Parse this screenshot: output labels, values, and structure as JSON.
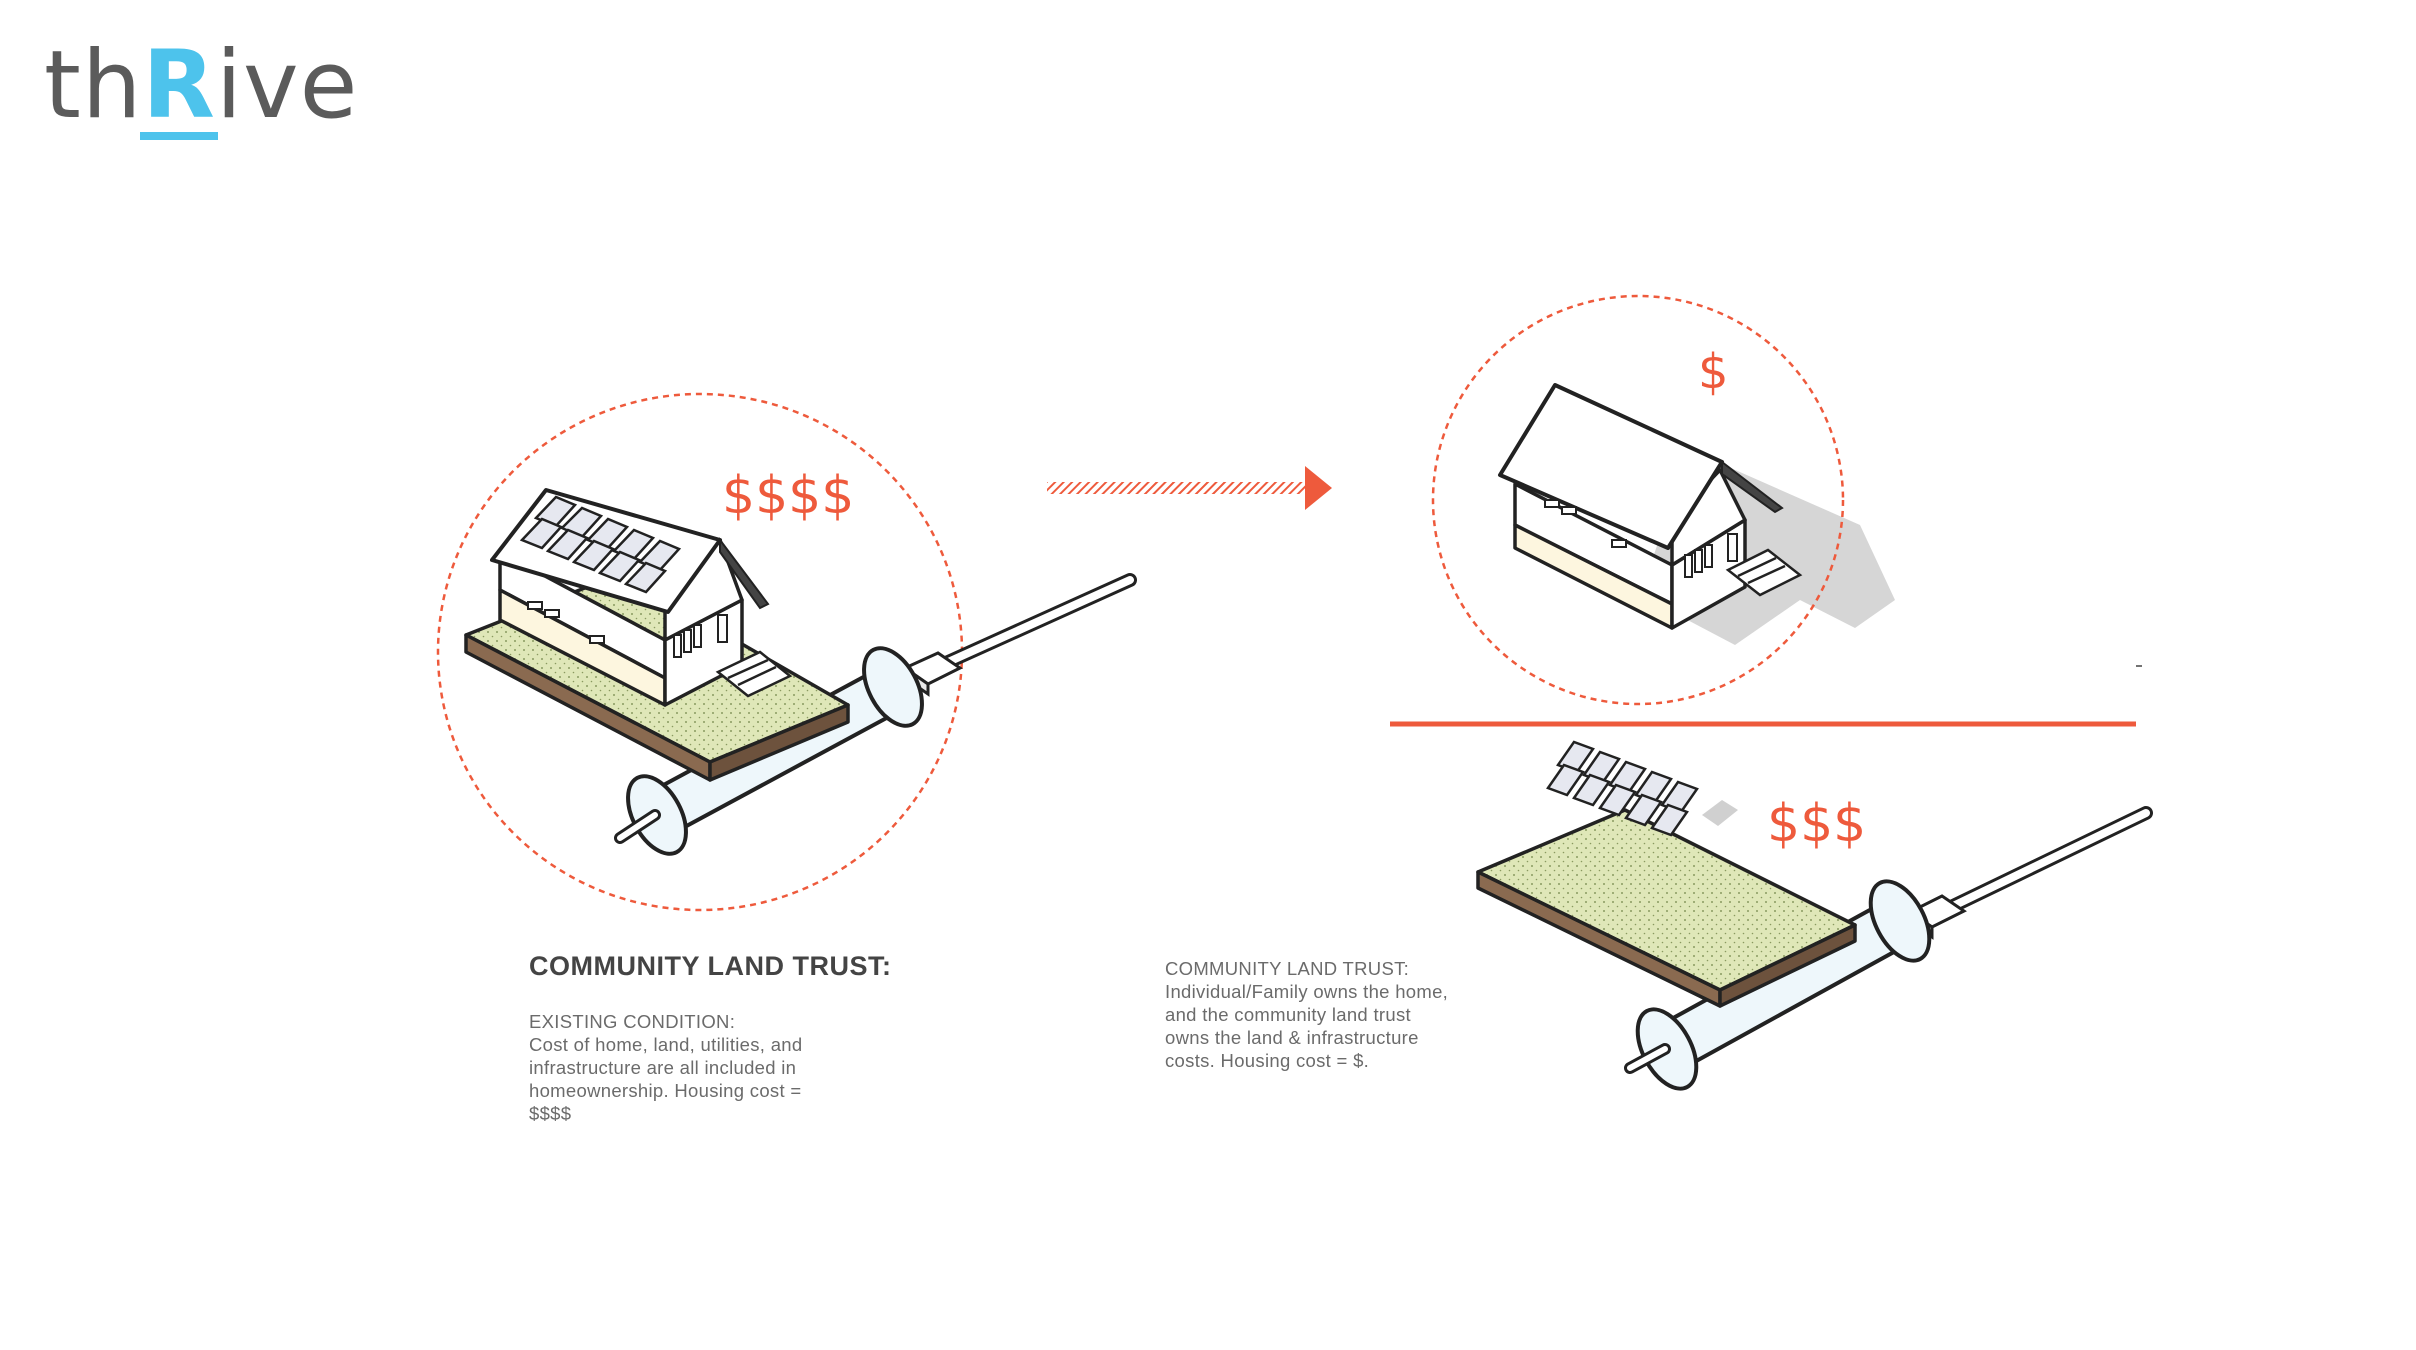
{
  "logo": {
    "prefix": "th",
    "accent": "R",
    "suffix": "ive",
    "accent_color": "#4dc3ec",
    "text_color": "#5b5b5b"
  },
  "colors": {
    "accent_orange": "#ee5a3c",
    "land_green": "#dfe7b8",
    "soil_brown": "#8a6a50",
    "pipe_blue": "#eef7fb",
    "outline": "#222222"
  },
  "prices": {
    "existing": "$$$$",
    "home_only": "$",
    "land_infra": "$$$"
  },
  "labels": {
    "title": "COMMUNITY LAND TRUST:",
    "existing_caption": {
      "lines": [
        "EXISTING CONDITION:",
        "Cost of home, land, utilities, and",
        "infrastructure are all included in",
        "homeownership. Housing cost =",
        "$$$$"
      ]
    },
    "clt_caption": {
      "lines": [
        "COMMUNITY LAND TRUST:",
        "Individual/Family owns the home,",
        "and the community land trust",
        "owns the land & infrastructure",
        "costs. Housing cost = $."
      ]
    }
  },
  "icons": {
    "existing_illustration": "house-with-solar-on-land-icon",
    "home_illustration": "house-icon",
    "land_illustration": "land-with-solar-and-pipe-icon",
    "arrow": "arrow-right-icon"
  }
}
